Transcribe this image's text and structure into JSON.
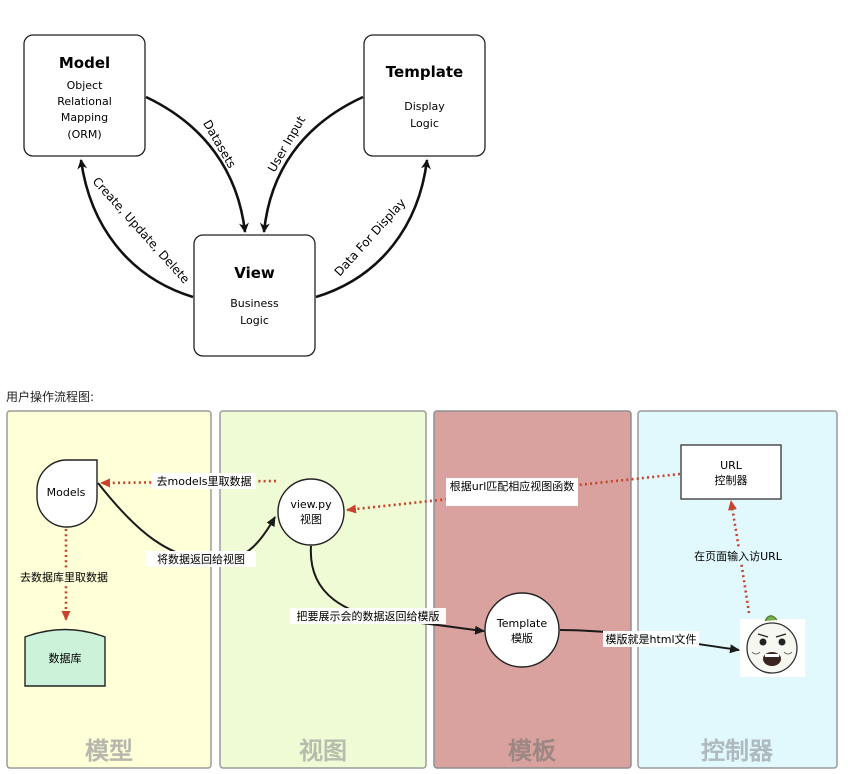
{
  "mvt": {
    "model": {
      "title": "Model",
      "lines": [
        "Object",
        "Relational",
        "Mapping",
        "(ORM)"
      ]
    },
    "template": {
      "title": "Template",
      "lines": [
        "Display",
        "Logic"
      ]
    },
    "view": {
      "title": "View",
      "lines": [
        "Business",
        "Logic"
      ]
    },
    "edges": {
      "datasets": "Datasets",
      "user_input": "User Input",
      "create_update_delete": "Create, Update, Delete",
      "data_for_display": "Data For Display"
    }
  },
  "caption": "用户操作流程图:",
  "flow": {
    "lanes": [
      {
        "label": "模型",
        "fill": "#ffffd8"
      },
      {
        "label": "视图",
        "fill": "#eefbd4"
      },
      {
        "label": "模板",
        "fill": "#daa29e"
      },
      {
        "label": "控制器",
        "fill": "#e1f9fd"
      }
    ],
    "nodes": {
      "models": "Models",
      "database": "数据库",
      "viewpy": [
        "view.py",
        "视图"
      ],
      "template": [
        "Template",
        "模版"
      ],
      "url": [
        "URL",
        "控制器"
      ]
    },
    "edges": {
      "fetch_from_models": "去models里取数据",
      "fetch_from_db": "去数据库里取数据",
      "return_to_view": "将数据返回给视图",
      "url_match": "根据url匹配相应视图函数",
      "enter_url": "在页面输入访URL",
      "return_to_template": "把要展示会的数据返回给模版",
      "template_is_html": "模版就是html文件"
    },
    "colors": {
      "dotted_arrow": "#c7432b",
      "solid_arrow": "#1a1a1a"
    }
  }
}
